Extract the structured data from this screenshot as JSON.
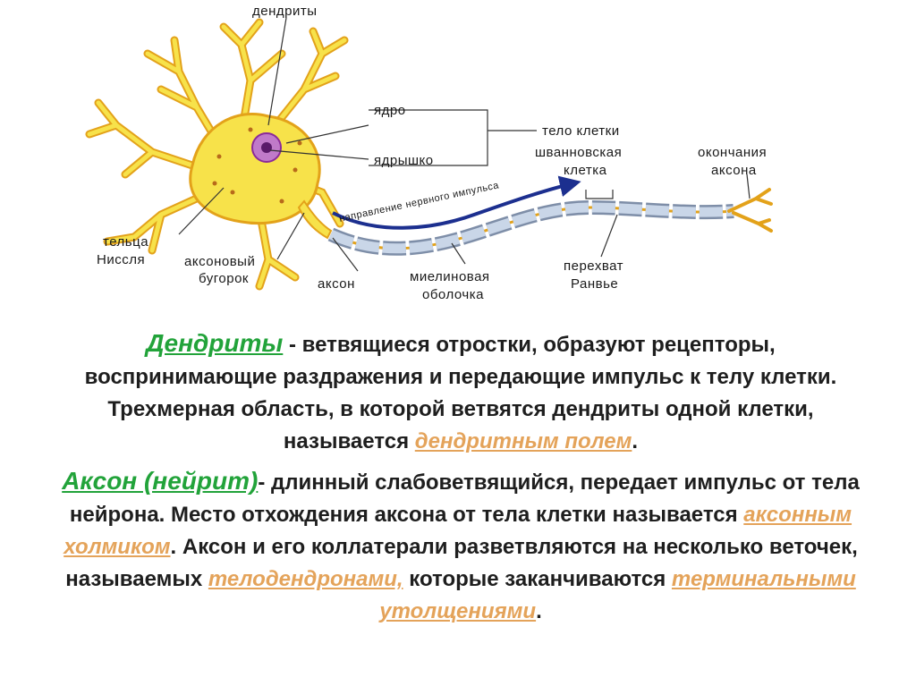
{
  "diagram": {
    "labels": {
      "dendrites": "дендриты",
      "nucleus": "ядро",
      "nucleolus": "ядрышко",
      "cell_body": "тело клетки",
      "schwann_line1": "шванновская",
      "schwann_line2": "клетка",
      "endings_line1": "окончания",
      "endings_line2": "аксона",
      "impulse_direction": "направление нервного импульса",
      "nissl_line1": "тельца",
      "nissl_line2": "Ниссля",
      "hillock_line1": "аксоновый",
      "hillock_line2": "бугорок",
      "axon": "аксон",
      "myelin_line1": "миелиновая",
      "myelin_line2": "оболочка",
      "ranvier_line1": "перехват",
      "ranvier_line2": "Ранвье"
    },
    "colors": {
      "soma": "#f7e24a",
      "soma_outline": "#e3a21a",
      "nucleus": "#8b2a9a",
      "myelin": "#c9d6e8",
      "arrow": "#1c2f8f"
    }
  },
  "text": {
    "p1_term": "Дендриты",
    "p1_a": " - ветвящиеся отростки, образуют рецепторы, воспринимающие раздражения и передающие импульс к телу клетки. Трехмерная область, в которой ветвятся дендриты одной клетки, называется ",
    "p1_hl": "дендритным полем",
    "p1_end": ".",
    "p2_term": "Аксон (нейрит)",
    "p2_a": "- длинный слабоветвящийся, передает импульс от тела нейрона. Место отхождения аксона от тела клетки называется ",
    "p2_hl1": "аксонным холмиком",
    "p2_b": ". Аксон и его коллатерали разветвляются на несколько веточек, называемых ",
    "p2_hl2": "телодендронами,",
    "p2_c": " которые заканчиваются ",
    "p2_hl3": "терминальными утолщениями",
    "p2_end": "."
  }
}
